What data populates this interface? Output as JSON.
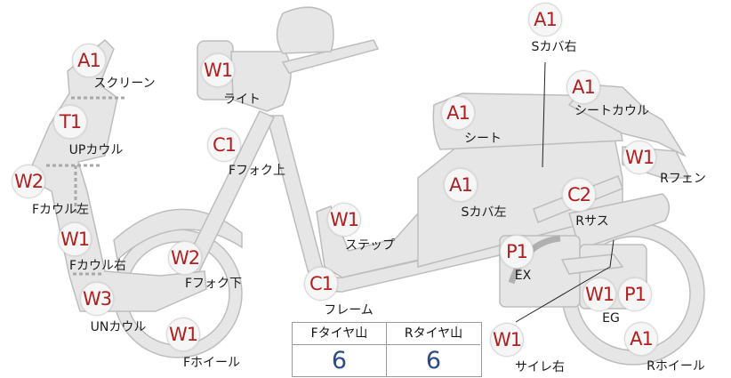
{
  "colors": {
    "code_text": "#b02020",
    "tire_value": "#2a4a88",
    "part_fill": "#e6e6e6",
    "part_stroke": "#bdbdbd"
  },
  "callouts": [
    {
      "id": "screen",
      "code": "A1",
      "label": "スクリーン"
    },
    {
      "id": "light",
      "code": "W1",
      "label": "ライト"
    },
    {
      "id": "upcowl",
      "code": "T1",
      "label": "UPカウル"
    },
    {
      "id": "fork-upper",
      "code": "C1",
      "label": "Fフォク上"
    },
    {
      "id": "fcowl-left",
      "code": "W2",
      "label": "Fカウル左"
    },
    {
      "id": "fcowl-right",
      "code": "W1",
      "label": "Fカウル右"
    },
    {
      "id": "fork-lower",
      "code": "W2",
      "label": "Fフォク下"
    },
    {
      "id": "uncowl",
      "code": "W3",
      "label": "UNカウル"
    },
    {
      "id": "fwheel",
      "code": "W1",
      "label": "Fホイール"
    },
    {
      "id": "frame",
      "code": "C1",
      "label": "フレーム"
    },
    {
      "id": "step",
      "code": "W1",
      "label": "ステップ"
    },
    {
      "id": "seat",
      "code": "A1",
      "label": "シート"
    },
    {
      "id": "scover-right",
      "code": "A1",
      "label": "Sカバ右"
    },
    {
      "id": "seatcowl",
      "code": "A1",
      "label": "シートカウル"
    },
    {
      "id": "rfender",
      "code": "W1",
      "label": "Rフェン"
    },
    {
      "id": "scover-left",
      "code": "A1",
      "label": "Sカバ左"
    },
    {
      "id": "rsus",
      "code": "C2",
      "label": "Rサス"
    },
    {
      "id": "ex",
      "code": "P1",
      "label": "EX"
    },
    {
      "id": "eg",
      "code": "W1",
      "code2": "P1",
      "label": "EG"
    },
    {
      "id": "rwheel",
      "code": "A1",
      "label": "Rホイール"
    },
    {
      "id": "silencer",
      "code": "W1",
      "label": "サイレ右"
    }
  ],
  "tire_table": {
    "front_header": "Fタイヤ山",
    "rear_header": "Rタイヤ山",
    "front_value": "6",
    "rear_value": "6"
  }
}
